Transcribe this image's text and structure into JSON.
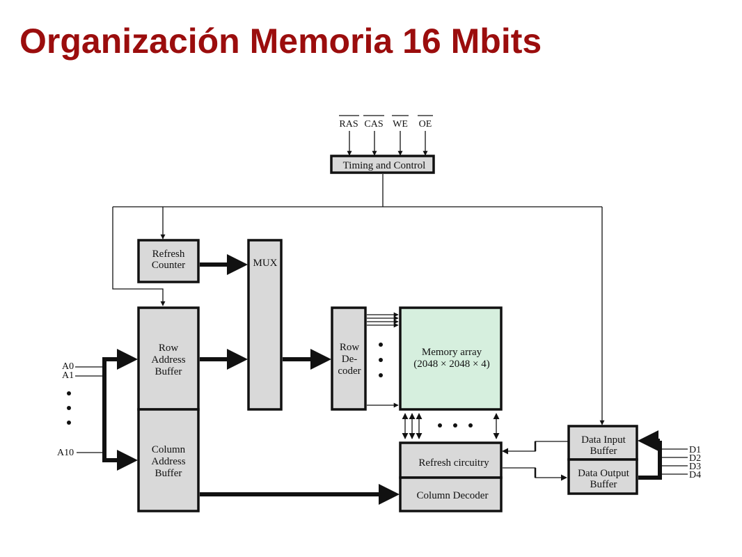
{
  "title": "Organización Memoria 16 Mbits",
  "control_signals": [
    "RAS",
    "CAS",
    "WE",
    "OE"
  ],
  "blocks": {
    "timing": "Timing and Control",
    "refresh_counter": [
      "Refresh",
      "Counter"
    ],
    "mux": "MUX",
    "row_address_buffer": [
      "Row",
      "Address",
      "Buffer"
    ],
    "column_address_buffer": [
      "Column",
      "Address",
      "Buffer"
    ],
    "row_decoder": [
      "Row",
      "De-",
      "coder"
    ],
    "memory_array": [
      "Memory array",
      "(2048 × 2048 × 4)"
    ],
    "refresh_circuitry": "Refresh circuitry",
    "column_decoder": "Column Decoder",
    "data_input_buffer": [
      "Data Input",
      "Buffer"
    ],
    "data_output_buffer": [
      "Data Output",
      "Buffer"
    ]
  },
  "address_pins": [
    "A0",
    "A1",
    "A10"
  ],
  "data_pins": [
    "D1",
    "D2",
    "D3",
    "D4"
  ]
}
